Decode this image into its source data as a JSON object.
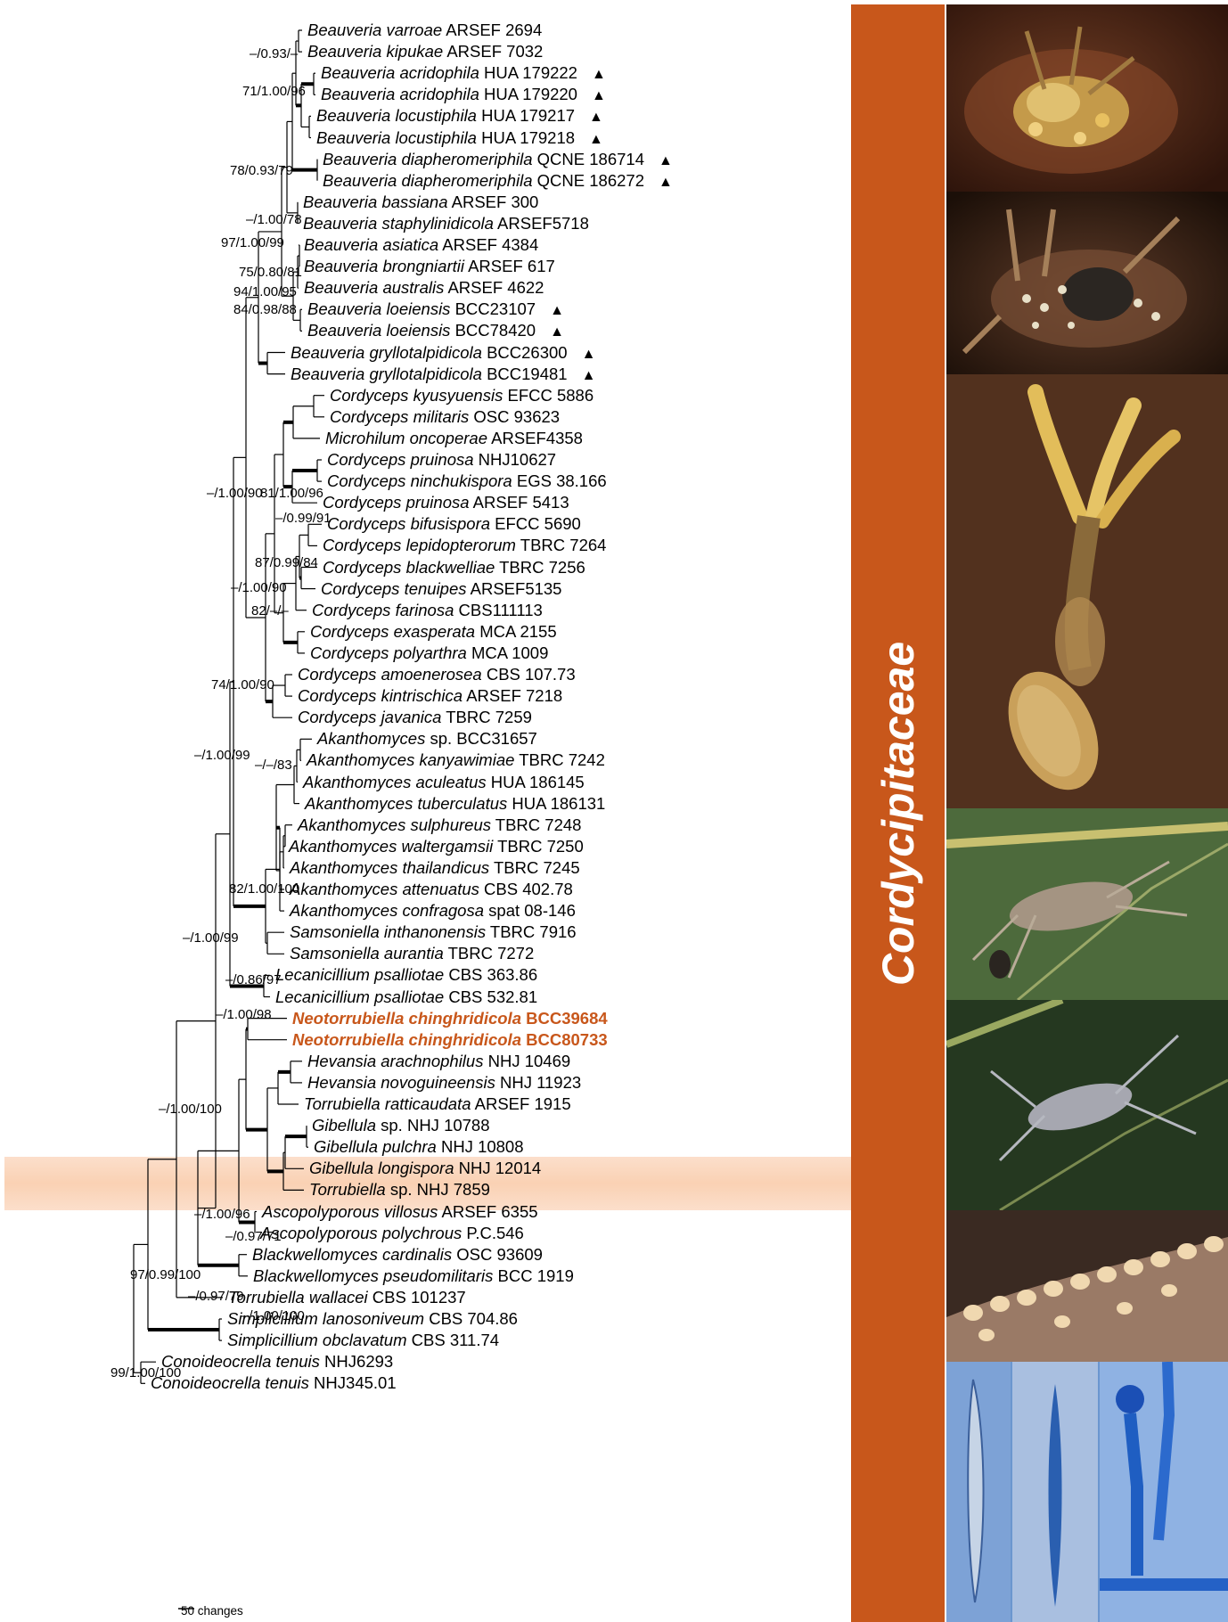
{
  "family_label": "Cordycipitaceae",
  "colors": {
    "family_bar": "#c8571b",
    "highlight_text": "#c8571b",
    "highlight_band": "#f9c9a6"
  },
  "taxa": [
    {
      "genus_species": "Beauveria varroae",
      "strain": "ARSEF 2694"
    },
    {
      "genus_species": "Beauveria kipukae",
      "strain": "ARSEF 7032"
    },
    {
      "genus_species": "Beauveria acridophila",
      "strain": "HUA 179222",
      "marker": "▲"
    },
    {
      "genus_species": "Beauveria acridophila",
      "strain": "HUA 179220",
      "marker": "▲"
    },
    {
      "genus_species": "Beauveria locustiphila",
      "strain": "HUA 179217",
      "marker": "▲"
    },
    {
      "genus_species": "Beauveria locustiphila",
      "strain": "HUA 179218",
      "marker": "▲"
    },
    {
      "genus_species": "Beauveria diapheromeriphila",
      "strain": "QCNE 186714",
      "marker": "▲"
    },
    {
      "genus_species": "Beauveria diapheromeriphila",
      "strain": "QCNE 186272",
      "marker": "▲"
    },
    {
      "genus_species": "Beauveria bassiana",
      "strain": "ARSEF 300"
    },
    {
      "genus_species": "Beauveria staphylinidicola",
      "strain": "ARSEF5718"
    },
    {
      "genus_species": "Beauveria asiatica",
      "strain": "ARSEF 4384"
    },
    {
      "genus_species": "Beauveria brongniartii",
      "strain": "ARSEF 617"
    },
    {
      "genus_species": "Beauveria australis",
      "strain": "ARSEF 4622"
    },
    {
      "genus_species": "Beauveria loeiensis",
      "strain": "BCC23107",
      "marker": "▲"
    },
    {
      "genus_species": "Beauveria loeiensis",
      "strain": "BCC78420",
      "marker": "▲"
    },
    {
      "genus_species": "Beauveria gryllotalpidicola",
      "strain": "BCC26300",
      "marker": "▲"
    },
    {
      "genus_species": "Beauveria gryllotalpidicola",
      "strain": "BCC19481",
      "marker": "▲"
    },
    {
      "genus_species": "Cordyceps kyusyuensis",
      "strain": "EFCC 5886"
    },
    {
      "genus_species": "Cordyceps militaris",
      "strain": "OSC 93623"
    },
    {
      "genus_species": "Microhilum oncoperae",
      "strain": "ARSEF4358"
    },
    {
      "genus_species": "Cordyceps pruinosa",
      "strain": "NHJ10627"
    },
    {
      "genus_species": "Cordyceps ninchukispora",
      "strain": "EGS 38.166"
    },
    {
      "genus_species": "Cordyceps pruinosa",
      "strain": "ARSEF 5413"
    },
    {
      "genus_species": "Cordyceps bifusispora",
      "strain": "EFCC 5690"
    },
    {
      "genus_species": "Cordyceps lepidopterorum",
      "strain": "TBRC 7264"
    },
    {
      "genus_species": "Cordyceps blackwelliae",
      "strain": "TBRC 7256"
    },
    {
      "genus_species": "Cordyceps tenuipes",
      "strain": "ARSEF5135"
    },
    {
      "genus_species": "Cordyceps farinosa",
      "strain": "CBS111113"
    },
    {
      "genus_species": "Cordyceps exasperata",
      "strain": "MCA 2155"
    },
    {
      "genus_species": "Cordyceps polyarthra",
      "strain": "MCA 1009"
    },
    {
      "genus_species": "Cordyceps amoenerosea",
      "strain": "CBS 107.73"
    },
    {
      "genus_species": "Cordyceps kintrischica",
      "strain": "ARSEF 7218"
    },
    {
      "genus_species": "Cordyceps javanica",
      "strain": "TBRC 7259"
    },
    {
      "genus_species": "Akanthomyces",
      "strain": "sp. BCC31657"
    },
    {
      "genus_species": "Akanthomyces kanyawimiae",
      "strain": "TBRC 7242"
    },
    {
      "genus_species": "Akanthomyces aculeatus",
      "strain": "HUA 186145"
    },
    {
      "genus_species": "Akanthomyces tuberculatus",
      "strain": "HUA 186131"
    },
    {
      "genus_species": "Akanthomyces sulphureus",
      "strain": "TBRC 7248"
    },
    {
      "genus_species": "Akanthomyces waltergamsii",
      "strain": "TBRC 7250"
    },
    {
      "genus_species": "Akanthomyces thailandicus",
      "strain": "TBRC 7245"
    },
    {
      "genus_species": "Akanthomyces attenuatus",
      "strain": "CBS 402.78"
    },
    {
      "genus_species": "Akanthomyces confragosa",
      "strain": "spat 08-146"
    },
    {
      "genus_species": "Samsoniella inthanonensis",
      "strain": "TBRC 7916"
    },
    {
      "genus_species": "Samsoniella aurantia",
      "strain": "TBRC 7272"
    },
    {
      "genus_species": "Lecanicillium psalliotae",
      "strain": "CBS 363.86"
    },
    {
      "genus_species": "Lecanicillium psalliotae",
      "strain": "CBS 532.81"
    },
    {
      "genus_species": "Neotorrubiella chinghridicola",
      "strain": "BCC39684",
      "highlight": true
    },
    {
      "genus_species": "Neotorrubiella chinghridicola",
      "strain": "BCC80733",
      "highlight": true
    },
    {
      "genus_species": "Hevansia arachnophilus",
      "strain": "NHJ 10469"
    },
    {
      "genus_species": "Hevansia novoguineensis",
      "strain": "NHJ 11923"
    },
    {
      "genus_species": "Torrubiella ratticaudata",
      "strain": "ARSEF 1915"
    },
    {
      "genus_species": "Gibellula",
      "strain": "sp. NHJ 10788"
    },
    {
      "genus_species": "Gibellula pulchra",
      "strain": "NHJ 10808"
    },
    {
      "genus_species": "Gibellula longispora",
      "strain": "NHJ 12014"
    },
    {
      "genus_species": "Torrubiella",
      "strain": "sp. NHJ 7859"
    },
    {
      "genus_species": "Ascopolyporous villosus",
      "strain": "ARSEF 6355"
    },
    {
      "genus_species": "Ascopolyporous polychrous",
      "strain": "P.C.546"
    },
    {
      "genus_species": "Blackwellomyces cardinalis",
      "strain": "OSC 93609"
    },
    {
      "genus_species": "Blackwellomyces pseudomilitaris",
      "strain": "BCC 1919"
    },
    {
      "genus_species": "Torrubiella wallacei",
      "strain": "CBS 101237"
    },
    {
      "genus_species": "Simplicillium lanosoniveum",
      "strain": "CBS 704.86"
    },
    {
      "genus_species": "Simplicillium obclavatum",
      "strain": "CBS 311.74"
    },
    {
      "genus_species": "Conoideocrella tenuis",
      "strain": "NHJ6293"
    },
    {
      "genus_species": "Conoideocrella tenuis",
      "strain": "NHJ345.01"
    }
  ],
  "support_values": [
    "–/0.93/–",
    "71/1.00/96",
    "78/0.93/79",
    "–/1.00/78",
    "97/1.00/99",
    "75/0.80/81",
    "94/1.00/95",
    "84/0.98/88",
    "–/1.00/90",
    "81/1.00/96",
    "–/0.99/91",
    "87/0.99/84",
    "–/1.00/90",
    "82/–/–",
    "74/1.00/90",
    "–/1.00/99",
    "–/–/83",
    "82/1.00/100",
    "–/1.00/99",
    "–/0.86/97",
    "–/1.00/98",
    "–/1.00/100",
    "–/1.00/96",
    "–/0.97/71",
    "97/0.99/100",
    "–/0.97/79",
    "–/1.00/100",
    "99/1.00/100"
  ],
  "scale_bar": {
    "label": "50 changes"
  },
  "photos": [
    {
      "name": "grasshopper-photo-1",
      "kind": "infected orthopteran on leaf litter"
    },
    {
      "name": "grasshopper-photo-2",
      "kind": "infected orthopteran close-up"
    },
    {
      "name": "cordyceps-stroma-photo",
      "kind": "yellow stromata on pupa in soil"
    },
    {
      "name": "spider-photo-1",
      "kind": "infected spider on leaf underside"
    },
    {
      "name": "spider-photo-2",
      "kind": "infected spider on leaf underside"
    },
    {
      "name": "perithecia-photo",
      "kind": "perithecia close-up"
    },
    {
      "name": "microscopy-photo",
      "kind": "blue-stained asci, ascospore and phialides"
    }
  ]
}
